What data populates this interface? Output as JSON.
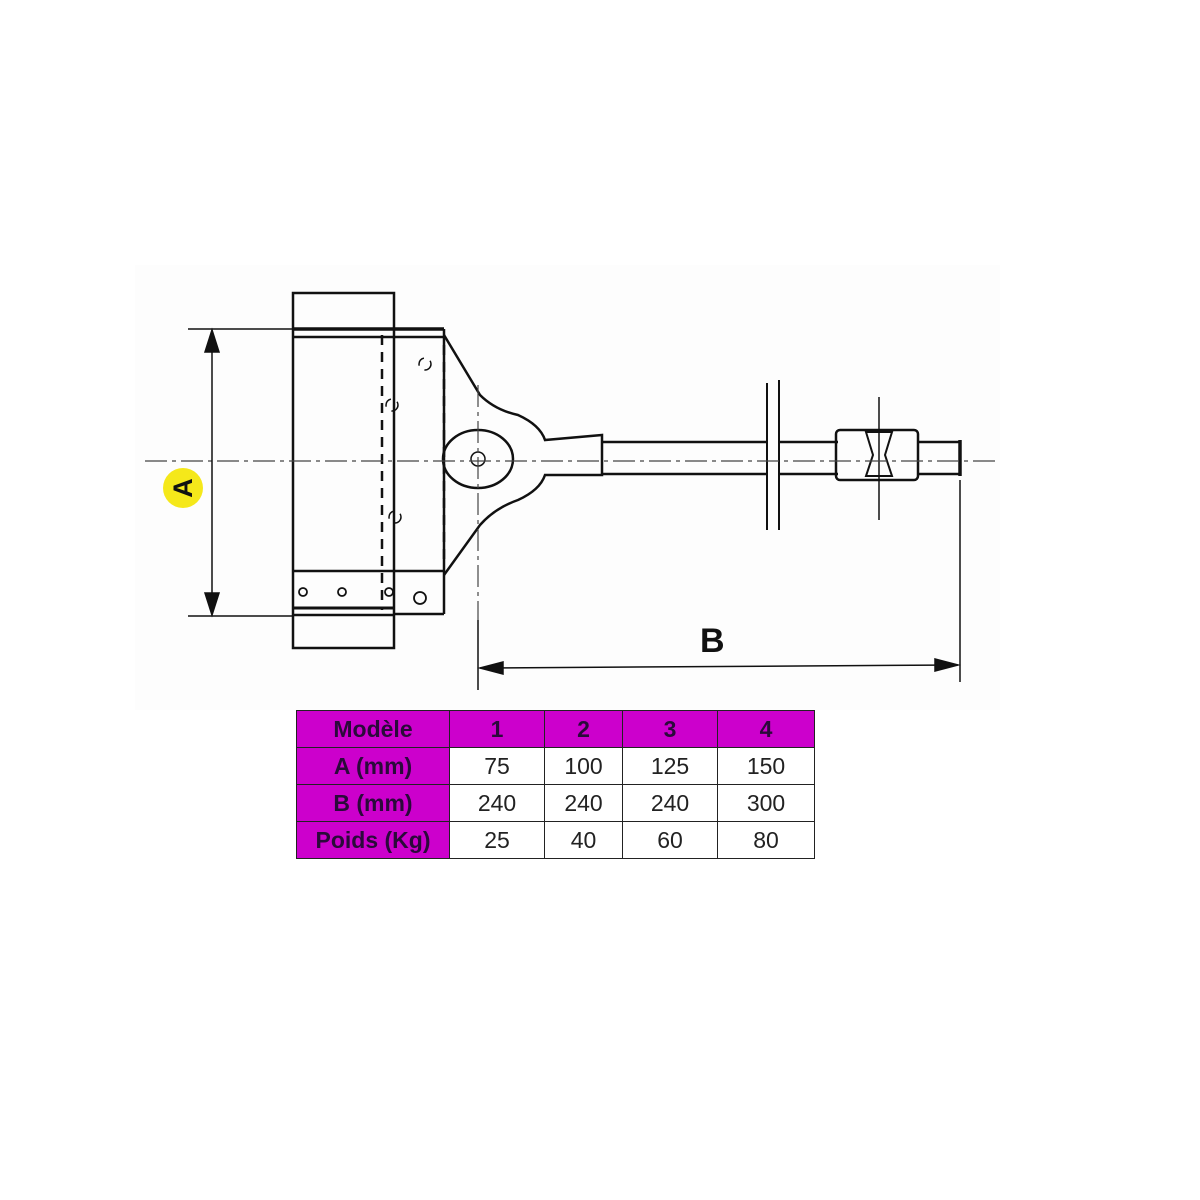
{
  "diagram": {
    "dimension_labels": {
      "a": "A",
      "b": "B"
    },
    "highlight_color": "#f5e81a"
  },
  "table": {
    "header_color": "#cc00cc",
    "header": {
      "label": "Modèle",
      "models": [
        "1",
        "2",
        "3",
        "4"
      ]
    },
    "rows": [
      {
        "label": "A (mm)",
        "values": [
          "75",
          "100",
          "125",
          "150"
        ]
      },
      {
        "label": "B (mm)",
        "values": [
          "240",
          "240",
          "240",
          "300"
        ]
      },
      {
        "label": "Poids (Kg)",
        "values": [
          "25",
          "40",
          "60",
          "80"
        ]
      }
    ]
  }
}
